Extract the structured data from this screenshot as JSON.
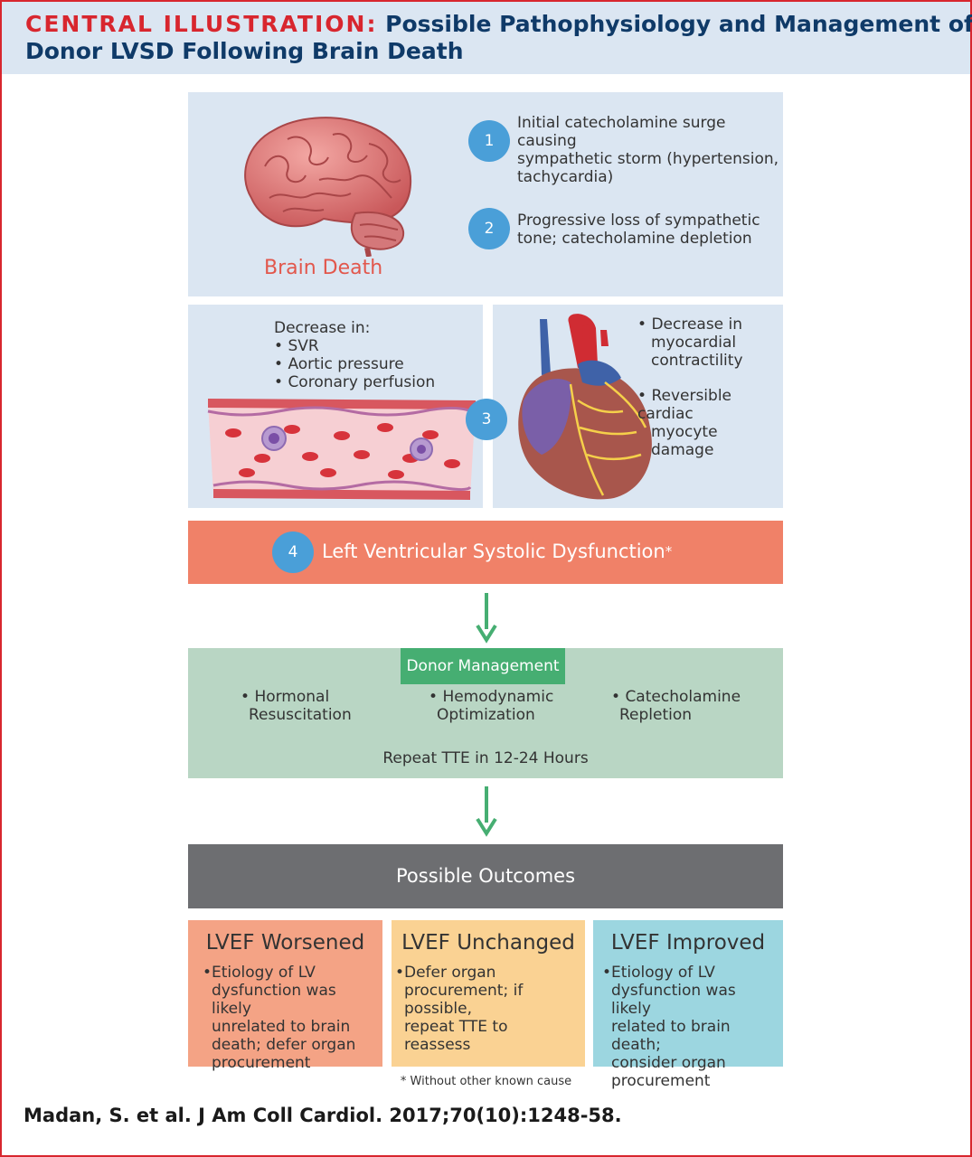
{
  "header": {
    "label": "CENTRAL ILLUSTRATION:",
    "title_line1": "Possible Pathophysiology and Management of",
    "title_line2": "Donor LVSD Following Brain Death"
  },
  "brain_panel": {
    "caption": "Brain Death",
    "steps": [
      {
        "number": "1",
        "lines": [
          "Initial catecholamine  surge causing",
          "sympathetic storm (hypertension,",
          "tachycardia)"
        ]
      },
      {
        "number": "2",
        "lines": [
          "Progressive loss of sympathetic",
          "tone; catecholamine depletion"
        ]
      }
    ]
  },
  "vessel_panel": {
    "heading": "Decrease in:",
    "bullets": [
      "SVR",
      "Aortic pressure",
      "Coronary perfusion"
    ]
  },
  "step3": {
    "number": "3"
  },
  "heart_panel": {
    "bullets": [
      {
        "lines": [
          "Decrease in",
          "myocardial",
          "contractility"
        ]
      },
      {
        "lines": [
          "Reversible cardiac",
          "myocyte damage"
        ]
      }
    ]
  },
  "lvsd": {
    "number": "4",
    "label": "Left Ventricular Systolic Dysfunction",
    "asterisk": "*"
  },
  "management": {
    "label": "Donor Management",
    "items": [
      {
        "lines": [
          "Hormonal",
          "Resuscitation"
        ]
      },
      {
        "lines": [
          "Hemodynamic",
          "Optimization"
        ]
      },
      {
        "lines": [
          "Catecholamine",
          "Repletion"
        ]
      }
    ],
    "repeat": "Repeat TTE in 12-24 Hours"
  },
  "outcomes": {
    "title": "Possible Outcomes",
    "items": [
      {
        "title": "LVEF Worsened",
        "color": "#f4a385",
        "lines": [
          "Etiology of LV",
          "dysfunction was likely",
          "unrelated to brain",
          "death; defer organ",
          "procurement"
        ]
      },
      {
        "title": "LVEF Unchanged",
        "color": "#fad293",
        "lines": [
          "Defer organ",
          "procurement; if possible,",
          "repeat TTE to reassess"
        ]
      },
      {
        "title": "LVEF Improved",
        "color": "#9cd6e0",
        "lines": [
          "Etiology of LV",
          "dysfunction was likely",
          "related to brain death;",
          "consider organ",
          "procurement"
        ]
      }
    ]
  },
  "footnote": "* Without other known cause",
  "citation": "Madan, S. et al. J Am Coll Cardiol. 2017;70(10):1248-58.",
  "colors": {
    "brand_red": "#d8262e",
    "navy": "#0f3a68",
    "panel_blue": "#dbe6f2",
    "circle_blue": "#4a9fd8",
    "lvsd_salmon": "#f08168",
    "management_green": "#b9d6c4",
    "management_label": "#46ae72",
    "outcomes_gray": "#6d6e71"
  }
}
